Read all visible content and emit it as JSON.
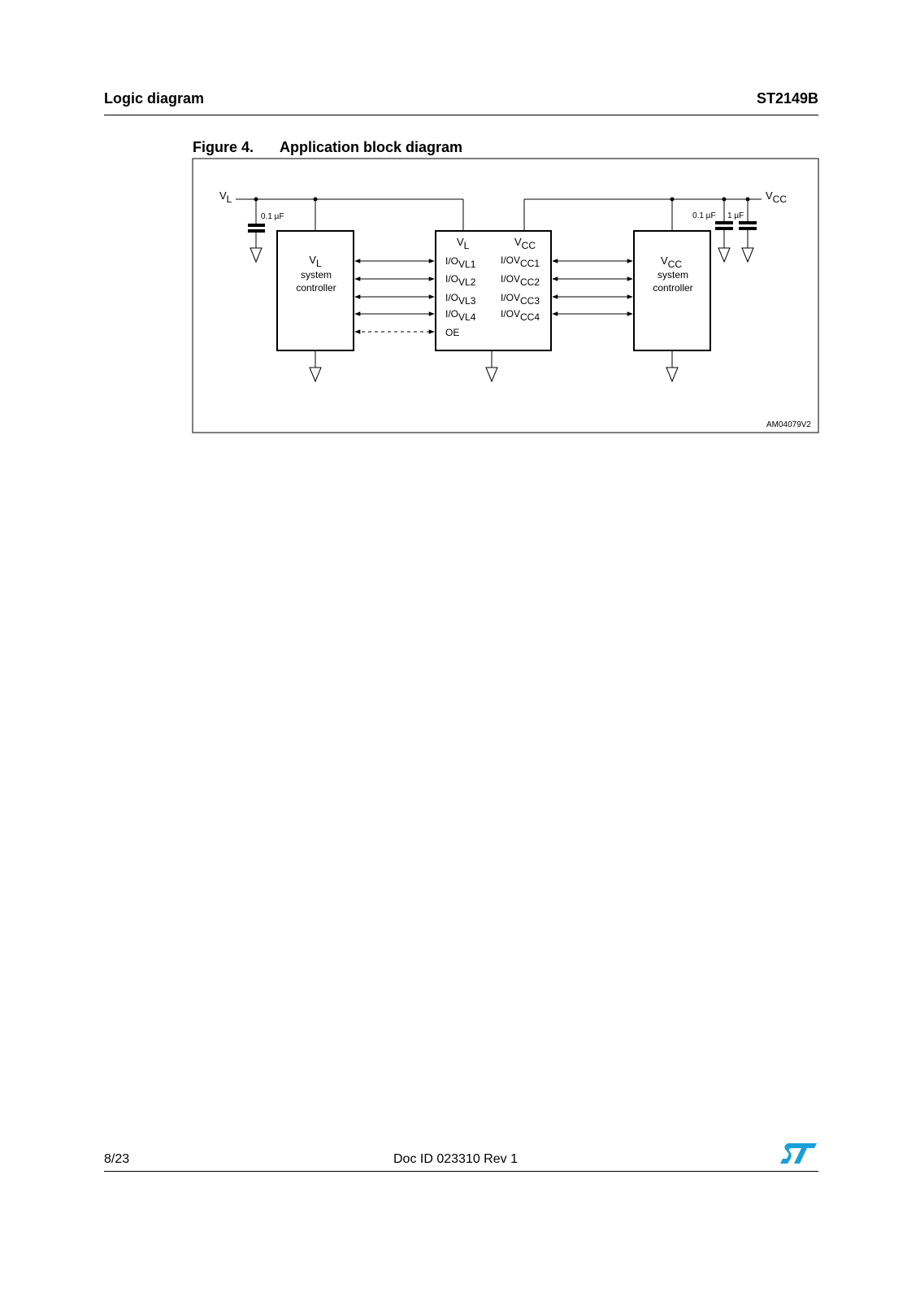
{
  "header": {
    "section_title": "Logic diagram",
    "part_number": "ST2149B"
  },
  "figure": {
    "number": "Figure 4.",
    "title": "Application block diagram",
    "code": "AM04079V2",
    "rail_left": {
      "main": "V",
      "sub": "L"
    },
    "rail_right": {
      "main": "V",
      "sub": "CC"
    },
    "cap_left": "0.1 µF",
    "cap_right_1": "0.1 µF",
    "cap_right_2": "1 µF",
    "left_controller": {
      "main": "V",
      "sub": "L",
      "line2": "system",
      "line3": "controller"
    },
    "right_controller": {
      "main": "V",
      "sub": "CC",
      "line2": "system",
      "line3": "controller"
    },
    "chip": {
      "vl_main": "V",
      "vl_sub": "L",
      "vcc_main": "V",
      "vcc_sub": "CC",
      "left_pins": [
        {
          "main": "I/O",
          "sub": "VL1"
        },
        {
          "main": "I/O",
          "sub": "VL2"
        },
        {
          "main": "I/O",
          "sub": "VL3"
        },
        {
          "main": "I/O",
          "sub": "VL4"
        }
      ],
      "oe": "OE",
      "right_pins": [
        {
          "main": "I/OV",
          "sub": "CC1"
        },
        {
          "main": "I/OV",
          "sub": "CC2"
        },
        {
          "main": "I/OV",
          "sub": "CC3"
        },
        {
          "main": "I/OV",
          "sub": "CC4"
        }
      ]
    }
  },
  "footer": {
    "page": "8/23",
    "doc_id": "Doc ID 023310 Rev 1"
  },
  "logo": {
    "name": "st-logo",
    "color": "#1aa0d8"
  }
}
